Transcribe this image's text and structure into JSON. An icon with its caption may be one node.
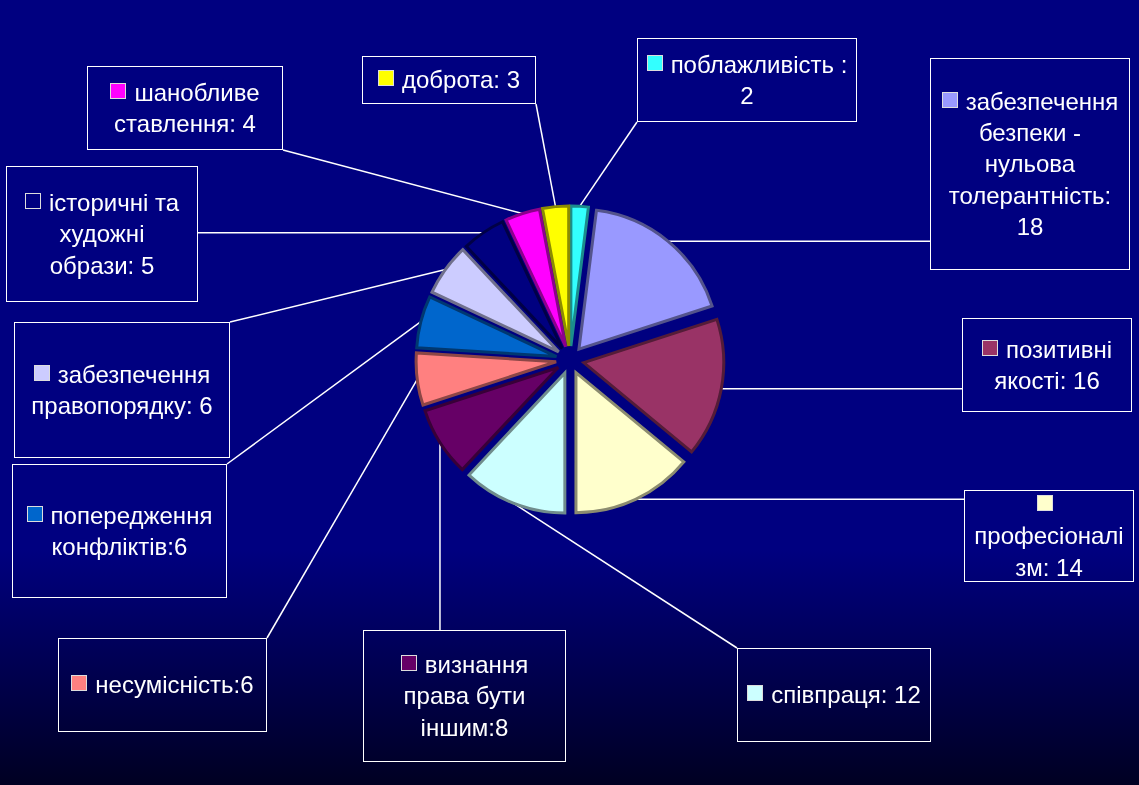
{
  "diagram": {
    "legend": [
      {
        "text": "поблажливість : 2",
        "color": "#33ffff"
      },
      {
        "text": "забезпечення безпеки - нульова толерантність: 18",
        "color": "#9999ff"
      },
      {
        "text": "позитивні якості: 16",
        "color": "#993366"
      },
      {
        "text": "професіоналізм: 14",
        "color": "#ffffcc"
      },
      {
        "text": "співпраця: 12",
        "color": "#ccffff"
      },
      {
        "text": "визнання права бути іншим:8",
        "color": "#660066"
      },
      {
        "text": "несумісність:6",
        "color": "#ff8080"
      },
      {
        "text": "попередження конфліктів:6",
        "color": "#0066cc"
      },
      {
        "text": "забезпечення правопорядку: 6",
        "color": "#ccccff"
      },
      {
        "text": "історичні та художні образи: 5",
        "color": "#000080"
      },
      {
        "text": "шанобливе ставлення: 4",
        "color": "#ff00ff"
      },
      {
        "text": "доброта: 3",
        "color": "#ffff00"
      }
    ],
    "chart_data": {
      "type": "pie",
      "values": [
        2,
        18,
        16,
        14,
        12,
        8,
        6,
        6,
        6,
        5,
        4,
        3
      ]
    }
  }
}
